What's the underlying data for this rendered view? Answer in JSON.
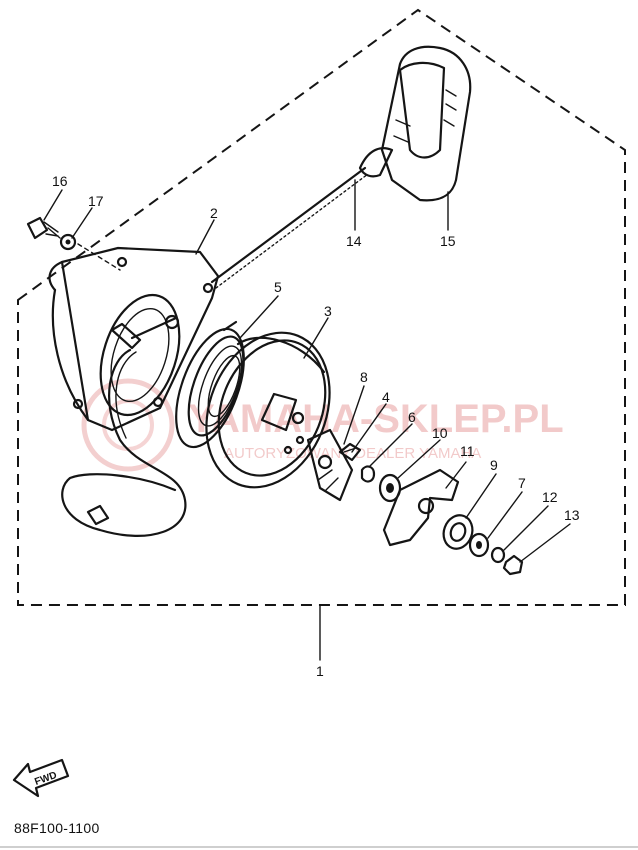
{
  "diagram": {
    "callouts": [
      {
        "id": "16",
        "text": "16"
      },
      {
        "id": "17",
        "text": "17"
      },
      {
        "id": "2",
        "text": "2"
      },
      {
        "id": "14",
        "text": "14"
      },
      {
        "id": "15",
        "text": "15"
      },
      {
        "id": "5",
        "text": "5"
      },
      {
        "id": "3",
        "text": "3"
      },
      {
        "id": "8",
        "text": "8"
      },
      {
        "id": "4",
        "text": "4"
      },
      {
        "id": "6",
        "text": "6"
      },
      {
        "id": "10",
        "text": "10"
      },
      {
        "id": "11",
        "text": "11"
      },
      {
        "id": "9",
        "text": "9"
      },
      {
        "id": "7",
        "text": "7"
      },
      {
        "id": "12",
        "text": "12"
      },
      {
        "id": "13",
        "text": "13"
      },
      {
        "id": "1",
        "text": "1"
      }
    ],
    "direction_arrow": "FWD",
    "reference_code": "88F100-1100",
    "watermark": {
      "main": "YAMAHA-SKLEP.PL",
      "sub": "AUTORYZOWANY DEALER YAMAHA"
    }
  }
}
